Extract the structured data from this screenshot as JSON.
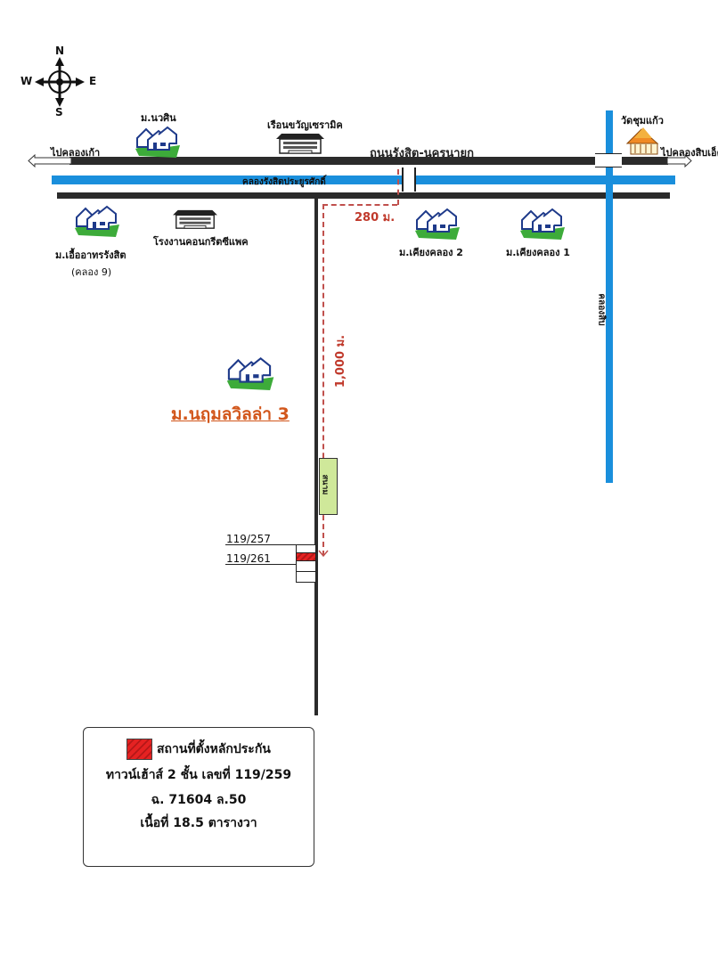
{
  "compass": {
    "n": "N",
    "s": "S",
    "e": "E",
    "w": "W"
  },
  "roads": {
    "main_road_label": "ถนนรังสิต-นครนายก",
    "to_west_label": "ไปคลองเก้า",
    "to_east_label": "ไปคลองสิบเอ็ด",
    "canal_label": "คลองรังสิตประยูรศักดิ์",
    "vertical_canal_label": "คลองสิบ"
  },
  "landmarks": {
    "nawasin": "ม.นวศิน",
    "ceramic": "เรือนขวัญเซรามิค",
    "wat": "วัดชุมแก้ว",
    "euaarthon_line1": "ม.เอื้ออาทรรังสิต",
    "euaarthon_line2": "(คลอง 9)",
    "cpac": "โรงงานคอนกรีตซีแพค",
    "khiang2": "ม.เคียงคลอง 2",
    "khiang1": "ม.เคียงคลอง 1",
    "target_village": "ม.นฤมลวิลล่า 3",
    "field": "สนาม"
  },
  "distances": {
    "horizontal": "280 ม.",
    "vertical": "1,000 ม."
  },
  "plots": {
    "upper": "119/257",
    "lower": "119/261"
  },
  "legend": {
    "title": "สถานที่ตั้งหลักประกัน",
    "line2": "ทาวน์เฮ้าส์ 2 ชั้น  เลขที่ 119/259",
    "line3": "ฉ. 71604    ล.50",
    "line4": "เนื้อที่ 18.5 ตารางวา"
  },
  "colors": {
    "road": "#2b2b2b",
    "canal": "#1a8fdc",
    "distance_marker": "#c0504d",
    "collateral": "#e52222",
    "field": "#cfe89a",
    "village_title": "#d2571c"
  }
}
